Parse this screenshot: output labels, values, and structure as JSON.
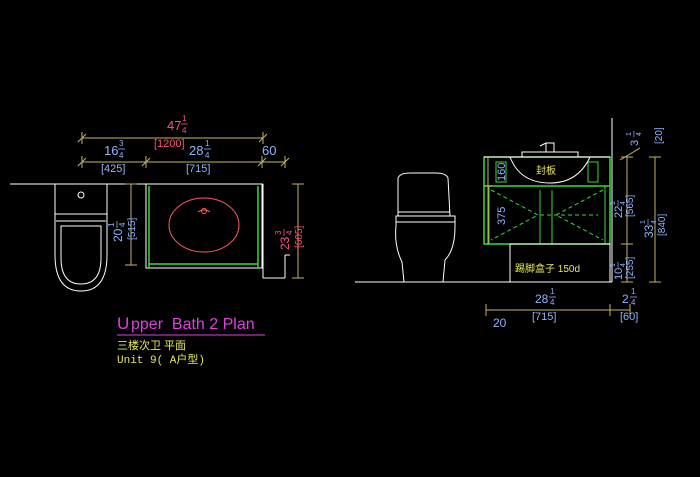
{
  "colors": {
    "background": "#000000",
    "line": "#ffffff",
    "dimension_line": "#c8b45a",
    "dimension_text": "#8fb4ff",
    "metric_text": "#ff4f7b",
    "cabinet_line": "#3fd43f",
    "sink_line": "#ff5a5a",
    "title_magenta": "#e040e0",
    "label_yellow": "#e8e85a"
  },
  "plan_view": {
    "dims": {
      "total_in": "47",
      "total_frac_num": "1",
      "total_frac_den": "4",
      "total_mm": "[1200]",
      "left_in": "16",
      "left_frac_num": "3",
      "left_frac_den": "4",
      "left_mm": "[425]",
      "mid_in": "28",
      "mid_frac_num": "1",
      "mid_frac_den": "4",
      "mid_mm": "[715]",
      "right_val": "60",
      "depth_in": "20",
      "depth_frac_num": "1",
      "depth_frac_den": "4",
      "depth_mm": "[515]",
      "wall_in": "23",
      "wall_frac_num": "3",
      "wall_frac_den": "4",
      "wall_mm": "[605]"
    }
  },
  "elevation_view": {
    "labels": {
      "top_panel": "封板",
      "toe_kick": "踢脚盒子 150d"
    },
    "dims": {
      "h_top": "160",
      "h_mid": "375",
      "right_top_val": "3",
      "right_top_frac_num": "1",
      "right_top_frac_den": "4",
      "right_top_mm": "[20]",
      "right_a_in": "22",
      "right_a_frac_num": "1",
      "right_a_frac_den": "4",
      "right_a_mm": "[565]",
      "right_b_in": "10",
      "right_b_frac_num": "1",
      "right_b_frac_den": "4",
      "right_b_mm": "[255]",
      "total_h_in": "33",
      "total_h_frac_num": "1",
      "total_h_frac_den": "4",
      "total_h_mm": "[840]",
      "bottom_left_val": "20",
      "bottom_mid_in": "28",
      "bottom_mid_frac_num": "1",
      "bottom_mid_frac_den": "4",
      "bottom_mid_mm": "[715]",
      "bottom_right_in": "2",
      "bottom_right_frac_num": "1",
      "bottom_right_frac_den": "4",
      "bottom_right_mm": "[60]"
    }
  },
  "title_block": {
    "title_first_letter": "U",
    "title_rest": "pper  Bath 2 Plan",
    "subtitle_cn": "三楼次卫 平面",
    "subtitle_unit": "Unit 9( A户型)"
  }
}
